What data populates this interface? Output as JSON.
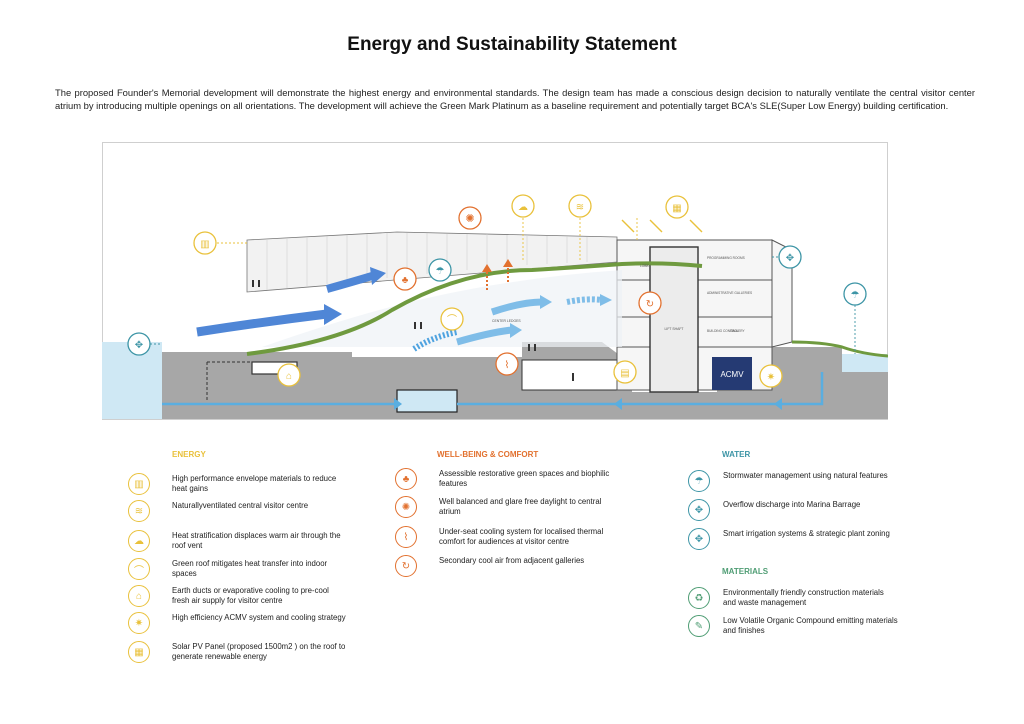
{
  "title": "Energy and Sustainability Statement",
  "intro": "The proposed Founder's Memorial development will demonstrate the highest energy and environmental standards. The design team has made a conscious design decision to naturally ventilate the central visitor center atrium by introducing multiple openings on all orientations. The development will achieve the Green Mark Platinum as a baseline requirement and potentially target BCA's SLE(Super Low Energy) building certification.",
  "colors": {
    "energy": "#e9c13b",
    "wellbeing": "#e2712f",
    "water": "#3d95a6",
    "materials": "#4f9d74",
    "airflow_blue": "#4f86d6",
    "water_blue": "#5aaee0",
    "green_roof": "#6f9a3f",
    "ground": "#a8a8a8"
  },
  "diagram": {
    "acmv_label": "ACMV",
    "lift_label": "LIFT SHAFT",
    "center_label": "CENTER LEDGES",
    "small_labels": [
      "LOBBY",
      "LOBBY",
      "PROGRAMMING ROOMS",
      "ADMINISTRATIVE GALLERIES",
      "BUILDING CONTROL",
      "GALLERY"
    ]
  },
  "legend": {
    "energy": {
      "heading": "ENERGY",
      "items": [
        {
          "icon": "facade-icon",
          "text": "High performance envelope materials to reduce heat gains"
        },
        {
          "icon": "ventilation-icon",
          "text": "Naturallyventilated central visitor centre"
        },
        {
          "icon": "heat-stratification-icon",
          "text": "Heat stratification displaces warm air through the roof vent"
        },
        {
          "icon": "green-roof-icon",
          "text": "Green roof mitigates heat transfer into indoor  spaces"
        },
        {
          "icon": "earth-duct-icon",
          "text": "Earth ducts or evaporative cooling  to pre-cool  fresh air supply for visitor centre"
        },
        {
          "icon": "acmv-icon",
          "text": "High efficiency ACMV system and cooling strategy"
        },
        {
          "icon": "solar-panel-icon",
          "text": "Solar PV Panel (proposed 1500m2 ) on the roof to generate renewable energy"
        }
      ]
    },
    "wellbeing": {
      "heading": "WELL-BEING & COMFORT",
      "items": [
        {
          "icon": "tree-icon",
          "text": "Assessible restorative green spaces and biophilic features"
        },
        {
          "icon": "daylight-icon",
          "text": "Well balanced and glare free daylight to central atrium"
        },
        {
          "icon": "seat-cooling-icon",
          "text": "Under-seat cooling system for localised thermal comfort for audiences at visitor centre"
        },
        {
          "icon": "cool-air-icon",
          "text": "Secondary cool air from adjacent galleries"
        }
      ]
    },
    "water": {
      "heading": "WATER",
      "items": [
        {
          "icon": "stormwater-icon",
          "text": "Stormwater management using natural features"
        },
        {
          "icon": "overflow-icon",
          "text": "Overflow discharge into Marina Barrage"
        },
        {
          "icon": "irrigation-icon",
          "text": "Smart irrigation systems & strategic plant  zoning"
        }
      ]
    },
    "materials": {
      "heading": "MATERIALS",
      "items": [
        {
          "icon": "recycle-icon",
          "text": "Environmentally friendly construction materials and waste management"
        },
        {
          "icon": "low-voc-icon",
          "text": "Low Volatile Organic Compound  emitting materials  and finishes"
        }
      ]
    }
  }
}
